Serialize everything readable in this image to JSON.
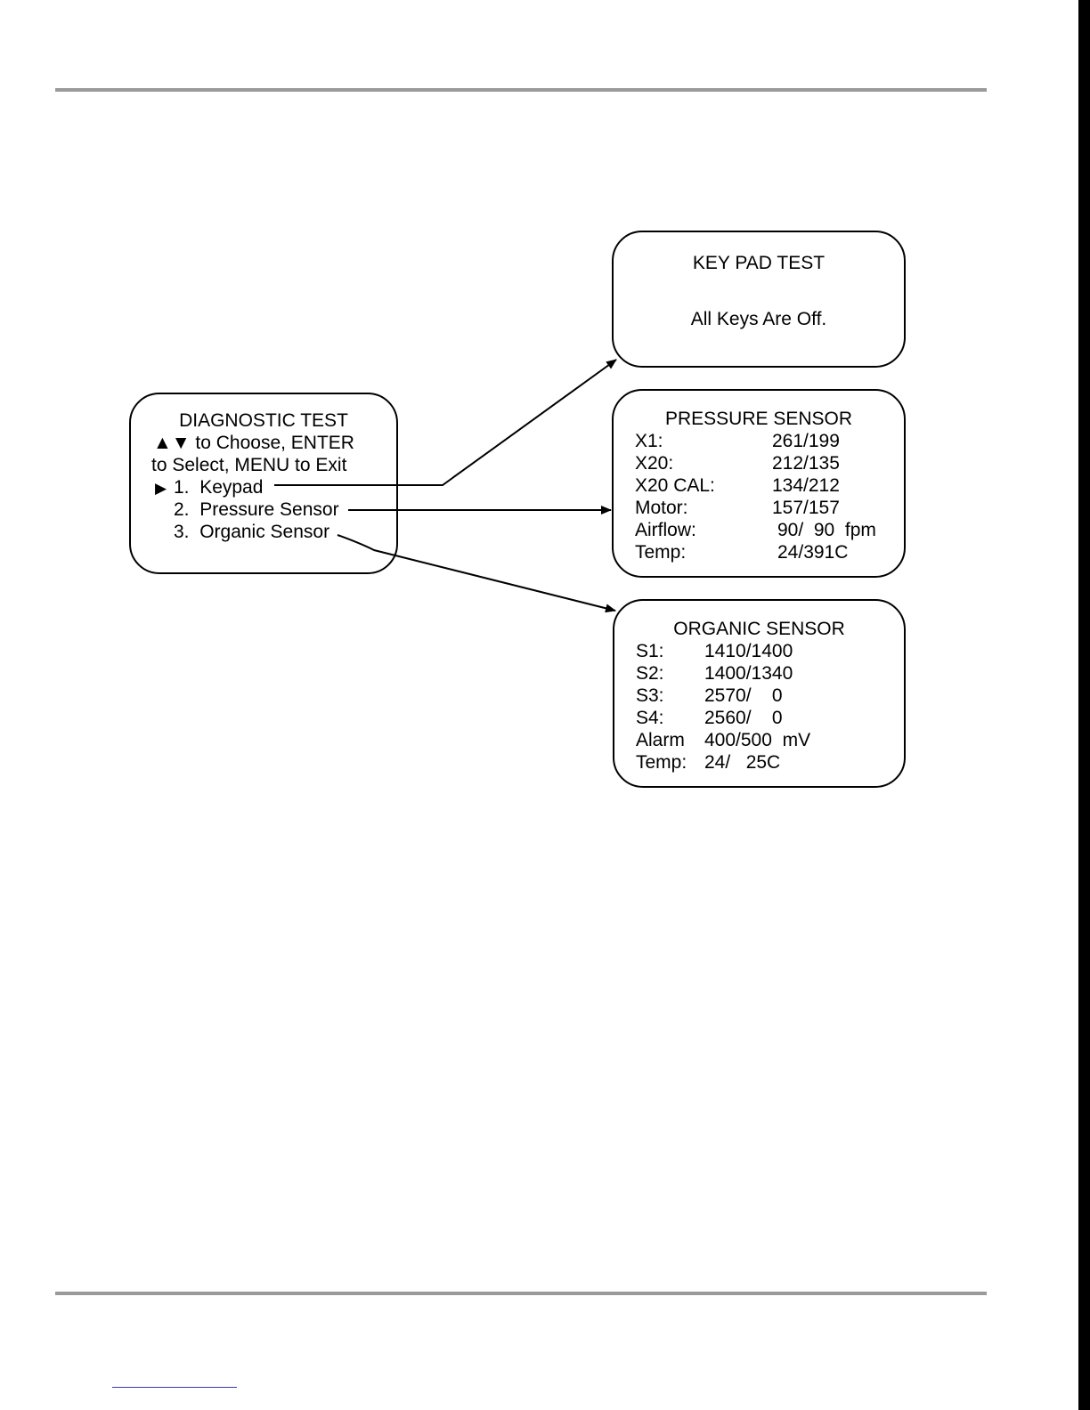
{
  "diagnostic": {
    "title": "DIAGNOSTIC TEST",
    "line1": "▲▼ to Choose, ENTER",
    "line2": "to Select, MENU to Exit",
    "pointer": "▶",
    "items": [
      {
        "num": "1.",
        "label": "Keypad"
      },
      {
        "num": "2.",
        "label": "Pressure Sensor"
      },
      {
        "num": "3.",
        "label": "Organic Sensor"
      }
    ]
  },
  "keypad": {
    "title": "KEY PAD TEST",
    "message": "All Keys Are Off."
  },
  "pressure": {
    "title": "PRESSURE SENSOR",
    "rows": [
      {
        "label": "X1:",
        "value": "261/199"
      },
      {
        "label": "X20:",
        "value": "212/135"
      },
      {
        "label": "X20 CAL:",
        "value": "134/212"
      },
      {
        "label": "Motor:",
        "value": "157/157"
      },
      {
        "label": "Airflow:",
        "value": "90/  90  fpm"
      },
      {
        "label": "Temp:",
        "value": "24/391C"
      }
    ]
  },
  "organic": {
    "title": "ORGANIC SENSOR",
    "rows": [
      {
        "label": "S1:",
        "value": "1410/1400"
      },
      {
        "label": "S2:",
        "value": "1400/1340"
      },
      {
        "label": "S3:",
        "value": "2570/    0"
      },
      {
        "label": "S4:",
        "value": "2560/    0"
      },
      {
        "label": "Alarm",
        "value": "400/500  mV"
      },
      {
        "label": "Temp:",
        "value": "24/   25C"
      }
    ]
  }
}
